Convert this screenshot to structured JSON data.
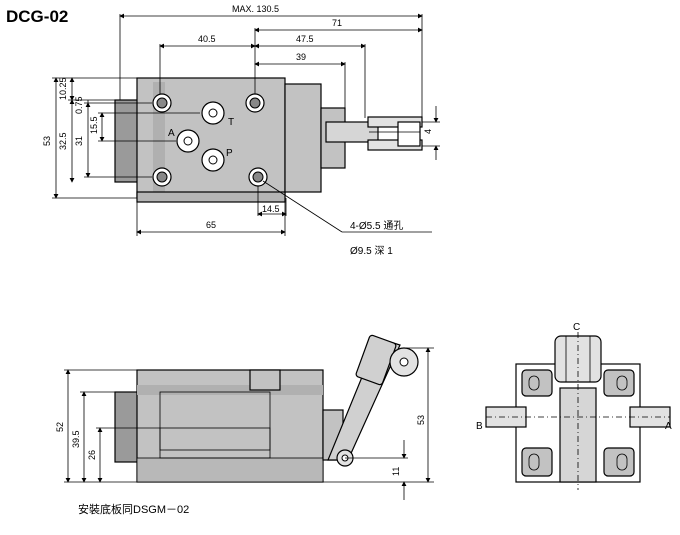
{
  "title": "DCG-02",
  "top_view": {
    "dims": {
      "max_length": "MAX. 130.5",
      "d71": "71",
      "d40_5": "40.5",
      "d47_5": "47.5",
      "d39": "39",
      "d10_25": "10.25",
      "d0_75": "0.75",
      "d15_5": "15.5",
      "d53": "53",
      "d32_5": "32.5",
      "d31": "31",
      "d4": "4",
      "d14_5": "14.5",
      "d65": "65"
    },
    "ports": {
      "a": "A",
      "t": "T",
      "p": "P"
    },
    "hole_note_1": "4-Ø5.5 通孔",
    "hole_note_2": "Ø9.5 深 1"
  },
  "side_view": {
    "dims": {
      "d52": "52",
      "d39_5": "39.5",
      "d26": "26",
      "d53": "53",
      "d11": "11"
    }
  },
  "end_view": {
    "labels": {
      "c": "C",
      "b": "B",
      "a": "A"
    }
  },
  "footnote": "安裝底板同DSGM－02",
  "colors": {
    "body_fill": "#c2c2c2",
    "body_dark": "#9a9a9a",
    "line": "#000000",
    "background": "#ffffff"
  }
}
